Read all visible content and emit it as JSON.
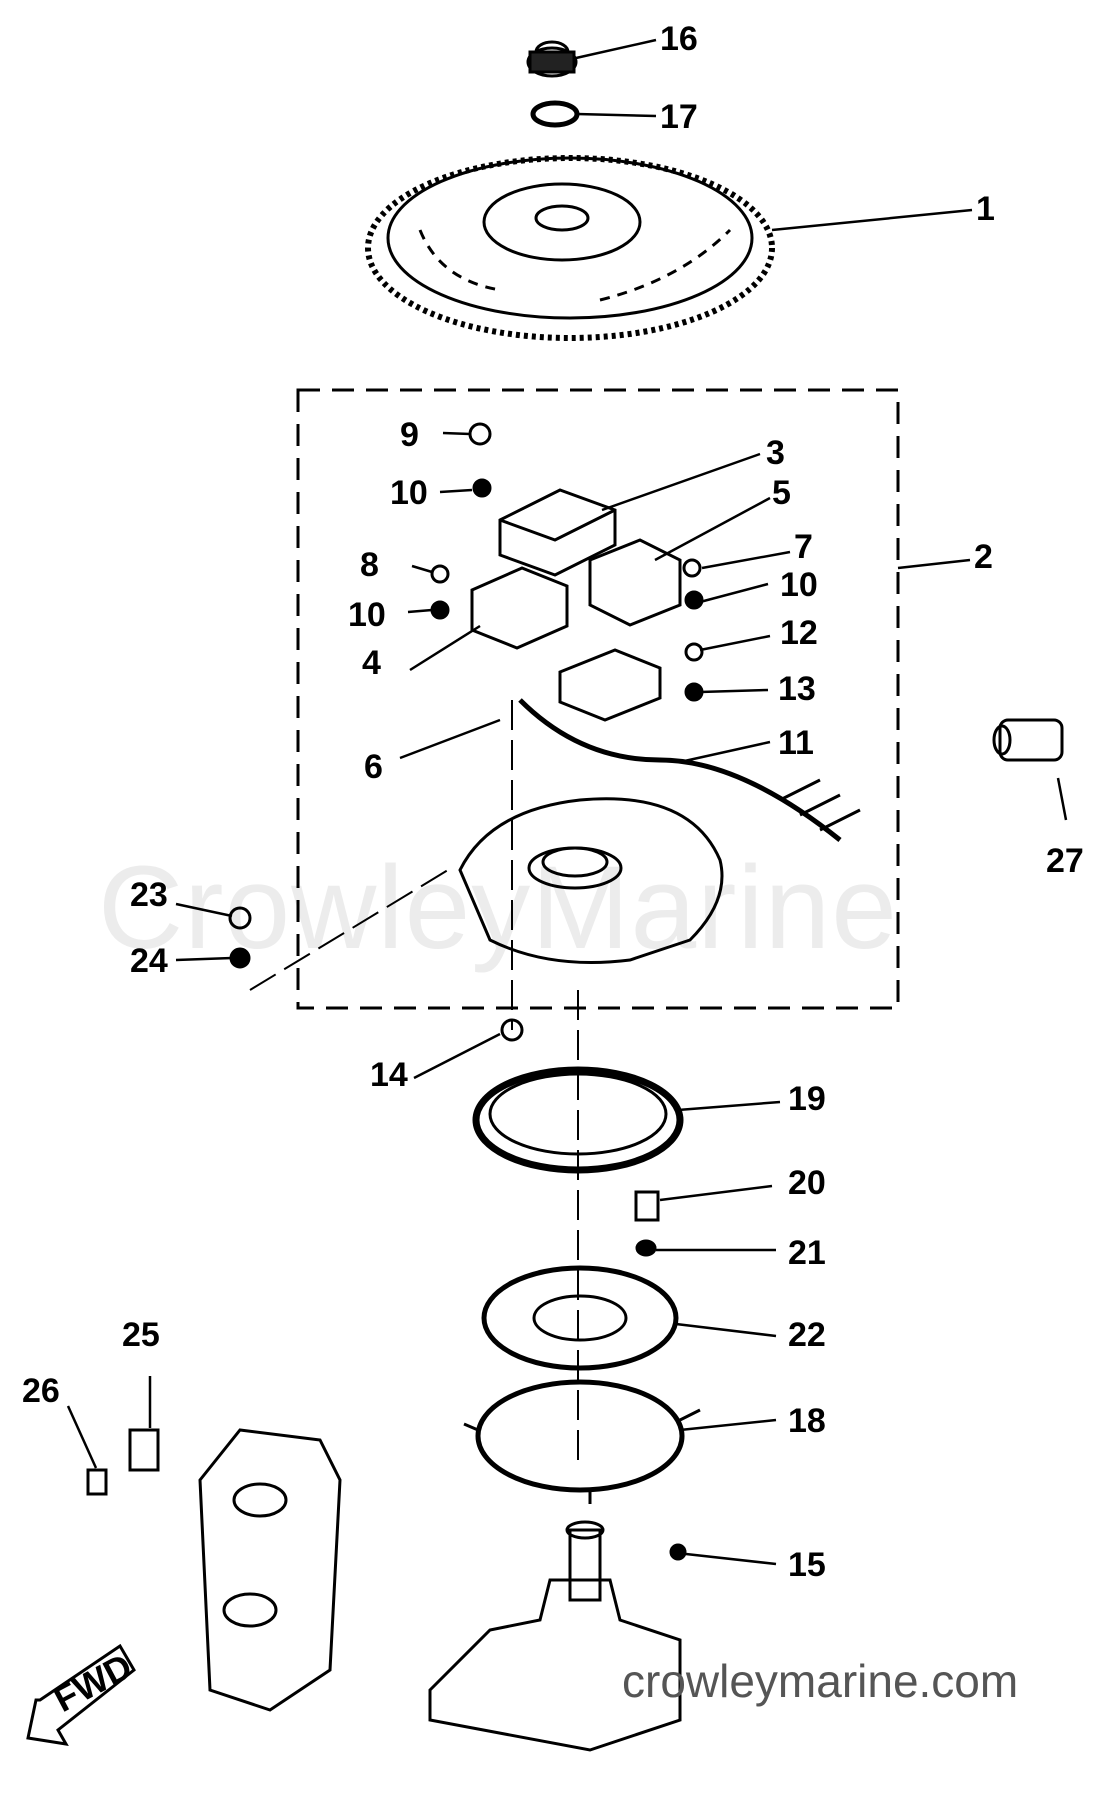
{
  "watermark": "CrowleyMarine",
  "site_url": "crowleymarine.com",
  "direction_label": "FWD",
  "callouts": [
    "16",
    "17",
    "1",
    "9",
    "3",
    "10",
    "5",
    "2",
    "8",
    "7",
    "10",
    "10",
    "12",
    "4",
    "13",
    "6",
    "11",
    "27",
    "23",
    "24",
    "14",
    "19",
    "20",
    "21",
    "22",
    "25",
    "26",
    "18",
    "15"
  ]
}
